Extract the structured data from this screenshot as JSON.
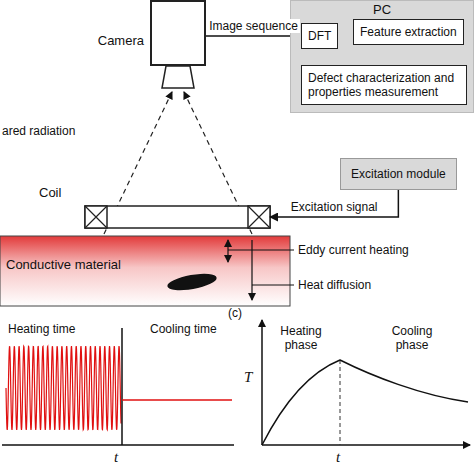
{
  "diagram": {
    "nodes": [
      {
        "text": [
          "Camera"
        ]
      },
      {
        "text": [
          "PC"
        ]
      },
      {
        "text": [
          "DFT"
        ],
        "in": 1
      },
      {
        "text": [
          "Feature extraction"
        ],
        "in": 1
      },
      {
        "text": [
          "Defect characterization and properties measurement"
        ],
        "in": 1
      },
      {
        "text": [
          "Excitation module"
        ]
      },
      {
        "text": [
          "Coil"
        ]
      },
      {
        "text": [
          "Conductive material"
        ]
      }
    ],
    "edges": [
      {
        "from": 0,
        "to": 2,
        "label": "Image sequence",
        "arrow": "to"
      },
      {
        "from": 2,
        "to": 3,
        "arrow": "to"
      },
      {
        "from": 3,
        "to": 4,
        "arrow": "to"
      },
      {
        "from": 5,
        "to": 6,
        "label": "Excitation signal",
        "arrow": "to"
      }
    ],
    "labels": [
      "ared radiation",
      "Eddy current heating",
      "Heat diffusion",
      "(c)",
      "Heating time",
      "Cooling time",
      "t",
      "Heating phase",
      "Cooling phase",
      "T",
      "t"
    ]
  }
}
